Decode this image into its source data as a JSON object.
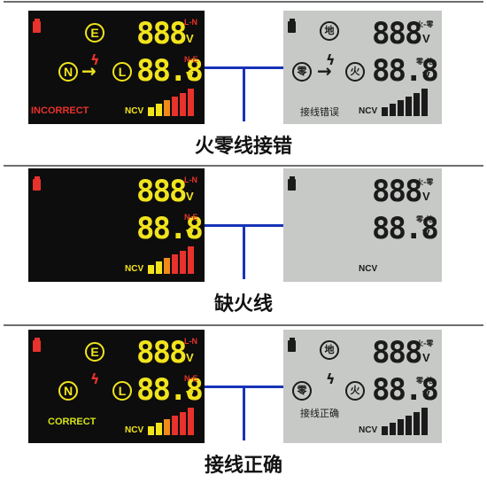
{
  "panels": [
    {
      "caption": "火零线接错",
      "dark": {
        "digits_top": "888",
        "label_top": "L-N",
        "unit_top": "V",
        "digits_bottom": "88.8",
        "label_bottom": "N-E",
        "unit_bottom": "V",
        "e_label": "E",
        "n_label": "N",
        "l_label": "L",
        "status": "INCORRECT",
        "ncv": "NCV"
      },
      "grey": {
        "digits_top": "888",
        "label_top": "火-零",
        "unit_top": "V",
        "digits_bottom": "88.8",
        "label_bottom": "零-地",
        "unit_bottom": "V",
        "ground_label": "地",
        "neutral_label": "零",
        "live_label": "火",
        "status": "接线错误",
        "ncv": "NCV"
      }
    },
    {
      "caption": "缺火线",
      "dark": {
        "digits_top": "888",
        "label_top": "L-N",
        "unit_top": "V",
        "digits_bottom": "88.8",
        "label_bottom": "N-E",
        "unit_bottom": "V",
        "ncv": "NCV"
      },
      "grey": {
        "digits_top": "888",
        "label_top": "火-零",
        "unit_top": "V",
        "digits_bottom": "88.8",
        "label_bottom": "零-地",
        "unit_bottom": "V",
        "ncv": "NCV"
      }
    },
    {
      "caption": "接线正确",
      "dark": {
        "digits_top": "888",
        "label_top": "L-N",
        "unit_top": "V",
        "digits_bottom": "88.8",
        "label_bottom": "N-E",
        "unit_bottom": "V",
        "e_label": "E",
        "n_label": "N",
        "l_label": "L",
        "status": "CORRECT",
        "ncv": "NCV"
      },
      "grey": {
        "digits_top": "888",
        "label_top": "火-零",
        "unit_top": "V",
        "digits_bottom": "88.8",
        "label_bottom": "零-地",
        "unit_bottom": "V",
        "ground_label": "地",
        "neutral_label": "零",
        "live_label": "火",
        "status": "接线正确",
        "ncv": "NCV"
      }
    }
  ],
  "colors": {
    "yellow": "#f2e41c",
    "red": "#e8322c",
    "orange": "#f08a1a",
    "green": "#d4e21a",
    "wire": "#1733b7",
    "grey_lcd": "#c6c9c5",
    "dark_lcd": "#0d0d0d"
  },
  "icons": [
    "battery-icon",
    "lightning-bolt-icon",
    "arrow-right-icon"
  ]
}
